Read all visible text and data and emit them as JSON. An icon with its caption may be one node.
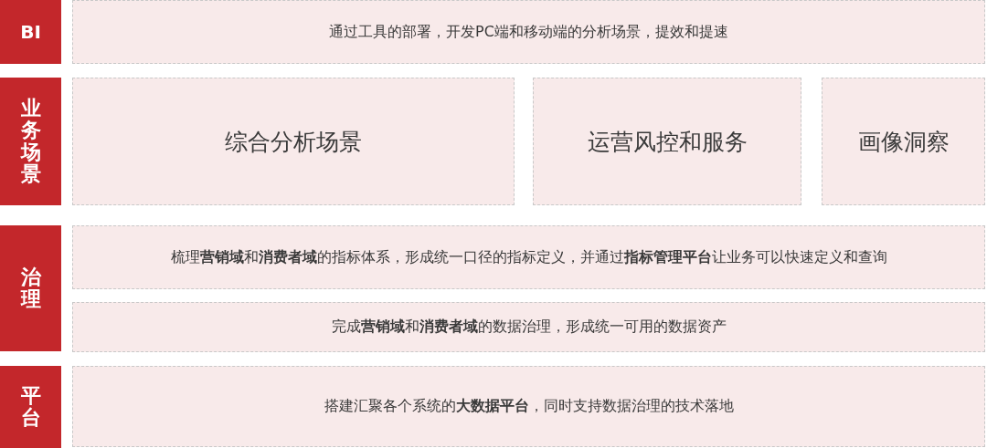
{
  "diagram": {
    "nodes": [
      {
        "text": [
          "BI"
        ]
      },
      {
        "text": [
          "通过工具的部署，开发PC端和移动端的分析场景，提效和提速"
        ]
      },
      {
        "text": [
          "业务场景"
        ]
      },
      {
        "text": [
          "综合分析场景"
        ]
      },
      {
        "text": [
          "运营风控和服务"
        ]
      },
      {
        "text": [
          "画像洞察"
        ]
      },
      {
        "text": [
          "治理"
        ]
      },
      {
        "text": [
          "梳理**营销域**和**消费者域**的指标体系，形成统一口径的指标定义，并通过**指标管理平台**让业务可以快速定义和查询"
        ]
      },
      {
        "text": [
          "完成**营销域**和**消费者域**的数据治理，形成统一可用的数据资产"
        ]
      },
      {
        "text": [
          "平台"
        ]
      },
      {
        "text": [
          "搭建汇聚各个系统的**大数据平台**，同时支持数据治理的技术落地"
        ]
      }
    ]
  }
}
